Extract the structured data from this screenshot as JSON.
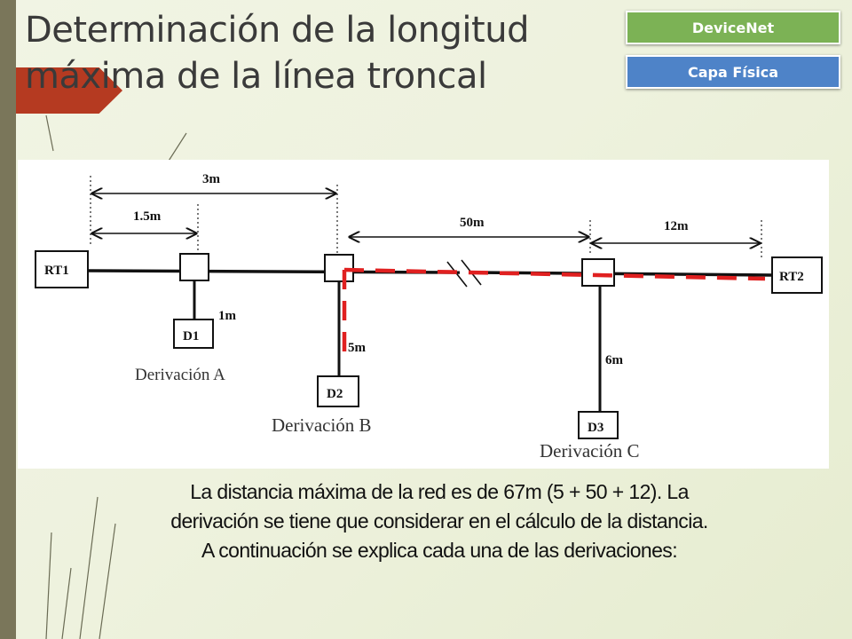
{
  "slide": {
    "title_line1": "Determinación de la longitud",
    "title_line2": "máxima de la línea troncal"
  },
  "tags": {
    "devicenet": "DeviceNet",
    "capa": "Capa Física"
  },
  "diagram": {
    "labels": {
      "d3m": "3m",
      "d15m": "1.5m",
      "d50m": "50m",
      "d12m": "12m",
      "d1m": "1m",
      "d5m": "5m",
      "d6m": "6m",
      "rt1": "RT1",
      "rt2": "RT2",
      "dev1": "D1",
      "dev2": "D2",
      "dev3": "D3",
      "derivA": "Derivación A",
      "derivB": "Derivación B",
      "derivC": "Derivación C"
    },
    "colors": {
      "highlight": "#e02020",
      "line": "#111111"
    }
  },
  "caption": {
    "line1": "La distancia máxima de la red es de 67m (5 + 50 + 12). La",
    "line2": "derivación se tiene que considerar en el cálculo de la distancia.",
    "line3": "A continuación se explica cada una de las derivaciones:"
  }
}
